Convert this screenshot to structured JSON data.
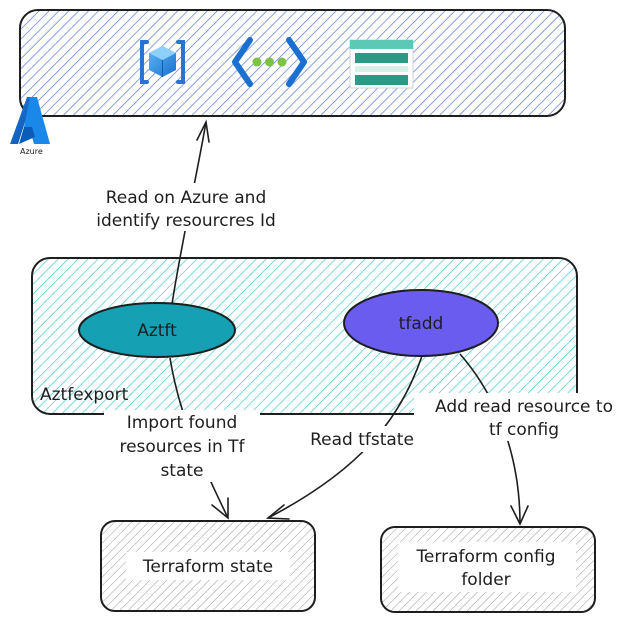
{
  "azure_box": {
    "logo_label": "Azure",
    "icons": [
      "resource-cube-icon",
      "api-brackets-icon",
      "storage-stack-icon"
    ],
    "fill_color": "#4a6fd8"
  },
  "aztfexport_box": {
    "label": "Aztfexport",
    "fill_color": "#39c5c9"
  },
  "nodes": {
    "aztft": {
      "label": "Aztft",
      "color": "#15a0b3"
    },
    "tfadd": {
      "label": "tfadd",
      "color": "#6b5cf0"
    }
  },
  "targets": {
    "state": {
      "label": "Terraform state"
    },
    "config": {
      "line1": "Terraform config",
      "line2": "folder"
    }
  },
  "edges": {
    "read_azure": {
      "line1": "Read on Azure and",
      "line2": "identify resourcres Id"
    },
    "import_found": {
      "line1": "Import found",
      "line2": "resources in Tf",
      "line3": "state"
    },
    "read_tfstate": {
      "label": "Read tfstate"
    },
    "add_read": {
      "line1": "Add read resource to",
      "line2": "tf config"
    }
  }
}
